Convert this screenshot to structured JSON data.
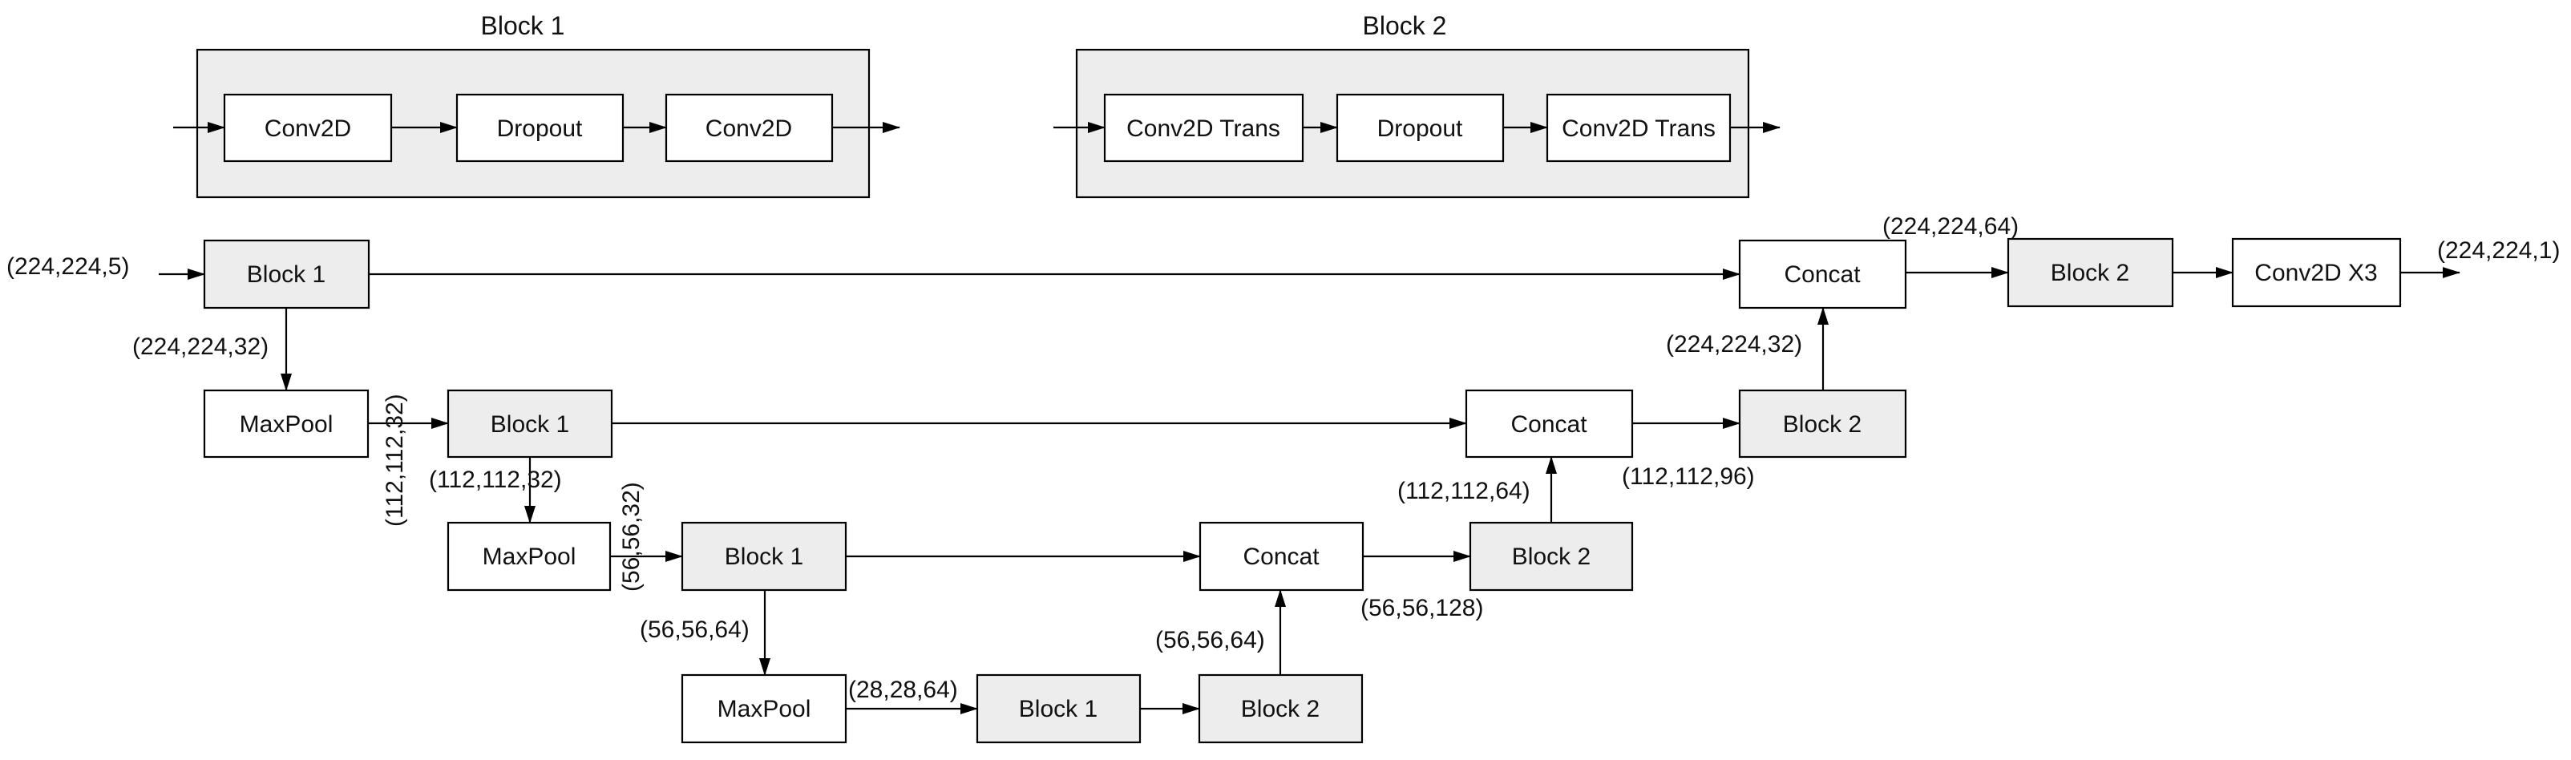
{
  "legend": {
    "block1": {
      "title": "Block 1",
      "nodes": [
        "Conv2D",
        "Dropout",
        "Conv2D"
      ]
    },
    "block2": {
      "title": "Block 2",
      "nodes": [
        "Conv2D Trans",
        "Dropout",
        "Conv2D Trans"
      ]
    }
  },
  "network": {
    "input_shape": "(224,224,5)",
    "output_shape": "(224,224,1)",
    "nodes": {
      "enc1": "Block 1",
      "pool1": "MaxPool",
      "enc2": "Block 1",
      "pool2": "MaxPool",
      "enc3": "Block 1",
      "pool3": "MaxPool",
      "enc4": "Block 1",
      "dec4": "Block 2",
      "concat3": "Concat",
      "dec3": "Block 2",
      "concat2": "Concat",
      "dec2": "Block 2",
      "concat1": "Concat",
      "dec1": "Block 2",
      "final": "Conv2D X3"
    },
    "shapes": {
      "enc1_out": "(224,224,32)",
      "pool1_out": "(112,112,32)",
      "enc2_out": "(112,112,32)",
      "pool2_out": "(56,56,32)",
      "enc3_out": "(56,56,64)",
      "pool3_out": "(28,28,64)",
      "dec4_out": "(56,56,64)",
      "concat3_out": "(56,56,128)",
      "dec3_out": "(112,112,64)",
      "concat2_out": "(112,112,96)",
      "dec2_out": "(224,224,32)",
      "concat1_out": "(224,224,64)"
    }
  }
}
